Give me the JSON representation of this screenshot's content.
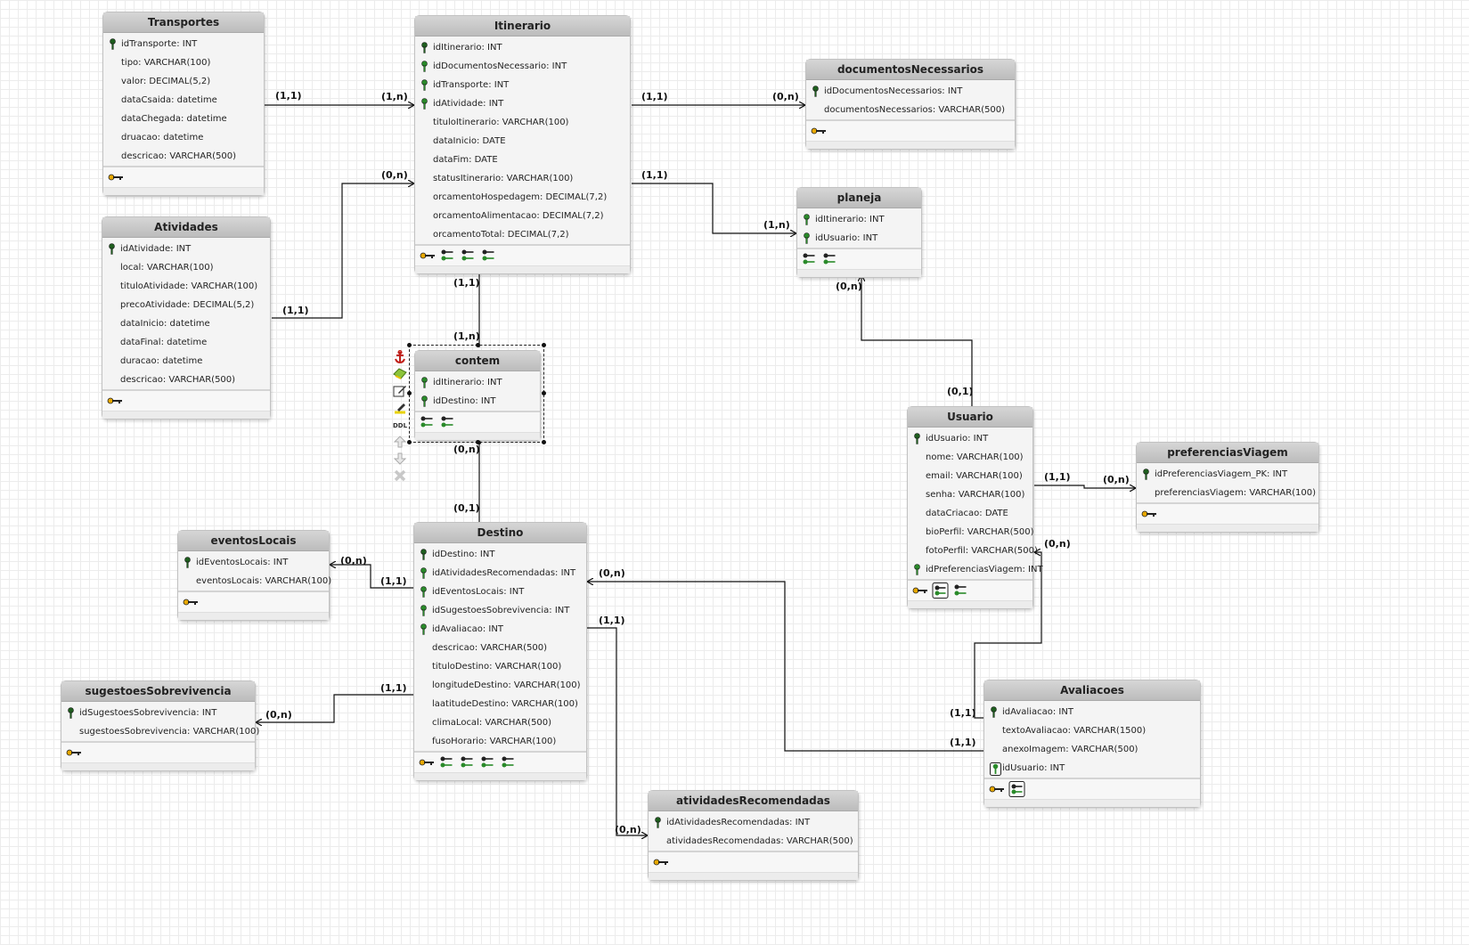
{
  "colors": {
    "pk": "#2a8a2a",
    "pk_dark": "#1e5e1e",
    "key_yellow": "#e8a800",
    "line": "#111111"
  },
  "entities": {
    "transportes": {
      "title": "Transportes",
      "columns": [
        {
          "text": "idTransporte: INT",
          "icon": "pk-dark-icon"
        },
        {
          "text": "tipo: VARCHAR(100)",
          "icon": ""
        },
        {
          "text": "valor: DECIMAL(5,2)",
          "icon": ""
        },
        {
          "text": "dataCsaida: datetime",
          "icon": ""
        },
        {
          "text": "dataChegada: datetime",
          "icon": ""
        },
        {
          "text": "druacao: datetime",
          "icon": ""
        },
        {
          "text": "descricao: VARCHAR(500)",
          "icon": ""
        }
      ],
      "footer_icons": [
        "primary-key-icon"
      ]
    },
    "itinerario": {
      "title": "Itinerario",
      "columns": [
        {
          "text": "idItinerario: INT",
          "icon": "pk-dark-icon"
        },
        {
          "text": "idDocumentosNecessario: INT",
          "icon": "pk-icon"
        },
        {
          "text": "idTransporte: INT",
          "icon": "pk-icon"
        },
        {
          "text": "idAtividade: INT",
          "icon": "pk-icon"
        },
        {
          "text": "tituloItinerario: VARCHAR(100)",
          "icon": ""
        },
        {
          "text": "dataInicio: DATE",
          "icon": ""
        },
        {
          "text": "dataFim: DATE",
          "icon": ""
        },
        {
          "text": "statusItinerario: VARCHAR(100)",
          "icon": ""
        },
        {
          "text": "orcamentoHospedagem: DECIMAL(7,2)",
          "icon": ""
        },
        {
          "text": "orcamentoAlimentacao: DECIMAL(7,2)",
          "icon": ""
        },
        {
          "text": "orcamentoTotal: DECIMAL(7,2)",
          "icon": ""
        }
      ],
      "footer_icons": [
        "primary-key-icon",
        "foreign-key-icon",
        "foreign-key-icon",
        "foreign-key-icon"
      ]
    },
    "documentosNecessarios": {
      "title": "documentosNecessarios",
      "columns": [
        {
          "text": "idDocumentosNecessarios: INT",
          "icon": "pk-dark-icon"
        },
        {
          "text": "documentosNecessarios: VARCHAR(500)",
          "icon": ""
        }
      ],
      "footer_icons": [
        "primary-key-icon"
      ]
    },
    "planeja": {
      "title": "planeja",
      "columns": [
        {
          "text": "idItinerario: INT",
          "icon": "pk-icon"
        },
        {
          "text": "idUsuario: INT",
          "icon": "pk-icon"
        }
      ],
      "footer_icons": [
        "foreign-key-icon",
        "foreign-key-icon"
      ]
    },
    "atividades": {
      "title": "Atividades",
      "columns": [
        {
          "text": "idAtividade: INT",
          "icon": "pk-dark-icon"
        },
        {
          "text": "local: VARCHAR(100)",
          "icon": ""
        },
        {
          "text": "tituloAtividade: VARCHAR(100)",
          "icon": ""
        },
        {
          "text": "precoAtividade: DECIMAL(5,2)",
          "icon": ""
        },
        {
          "text": "dataInicio: datetime",
          "icon": ""
        },
        {
          "text": "dataFinal: datetime",
          "icon": ""
        },
        {
          "text": "duracao: datetime",
          "icon": ""
        },
        {
          "text": "descricao: VARCHAR(500)",
          "icon": ""
        }
      ],
      "footer_icons": [
        "primary-key-icon"
      ]
    },
    "contem": {
      "title": "contem",
      "columns": [
        {
          "text": "idItinerario: INT",
          "icon": "pk-icon"
        },
        {
          "text": "idDestino: INT",
          "icon": "pk-icon"
        }
      ],
      "footer_icons": [
        "foreign-key-icon",
        "foreign-key-icon"
      ]
    },
    "usuario": {
      "title": "Usuario",
      "columns": [
        {
          "text": "idUsuario: INT",
          "icon": "pk-dark-icon"
        },
        {
          "text": "nome: VARCHAR(100)",
          "icon": ""
        },
        {
          "text": "email: VARCHAR(100)",
          "icon": ""
        },
        {
          "text": "senha: VARCHAR(100)",
          "icon": ""
        },
        {
          "text": "dataCriacao: DATE",
          "icon": ""
        },
        {
          "text": "bioPerfil: VARCHAR(500)",
          "icon": ""
        },
        {
          "text": "fotoPerfil: VARCHAR(500)",
          "icon": ""
        },
        {
          "text": "idPreferenciasViagem: INT",
          "icon": "pk-icon"
        }
      ],
      "footer_icons": [
        "primary-key-icon",
        "foreign-key-boxed-icon",
        "foreign-key-icon"
      ]
    },
    "preferenciasViagem": {
      "title": "preferenciasViagem",
      "columns": [
        {
          "text": "idPreferenciasViagem_PK: INT",
          "icon": "pk-dark-icon"
        },
        {
          "text": "preferenciasViagem: VARCHAR(100)",
          "icon": ""
        }
      ],
      "footer_icons": [
        "primary-key-icon"
      ]
    },
    "eventosLocais": {
      "title": "eventosLocais",
      "columns": [
        {
          "text": "idEventosLocais: INT",
          "icon": "pk-dark-icon"
        },
        {
          "text": "eventosLocais: VARCHAR(100)",
          "icon": ""
        }
      ],
      "footer_icons": [
        "primary-key-icon"
      ]
    },
    "destino": {
      "title": "Destino",
      "columns": [
        {
          "text": "idDestino: INT",
          "icon": "pk-dark-icon"
        },
        {
          "text": "idAtividadesRecomendadas: INT",
          "icon": "pk-icon"
        },
        {
          "text": "idEventosLocais: INT",
          "icon": "pk-icon"
        },
        {
          "text": "idSugestoesSobrevivencia: INT",
          "icon": "pk-icon"
        },
        {
          "text": "idAvaliacao: INT",
          "icon": "pk-icon"
        },
        {
          "text": "descricao: VARCHAR(500)",
          "icon": ""
        },
        {
          "text": "tituloDestino: VARCHAR(100)",
          "icon": ""
        },
        {
          "text": "longitudeDestino: VARCHAR(100)",
          "icon": ""
        },
        {
          "text": "laatitudeDestino: VARCHAR(100)",
          "icon": ""
        },
        {
          "text": "climaLocal: VARCHAR(500)",
          "icon": ""
        },
        {
          "text": "fusoHorario: VARCHAR(100)",
          "icon": ""
        }
      ],
      "footer_icons": [
        "primary-key-icon",
        "foreign-key-icon",
        "foreign-key-icon",
        "foreign-key-icon",
        "foreign-key-icon"
      ]
    },
    "sugestoesSobrevivencia": {
      "title": "sugestoesSobrevivencia",
      "columns": [
        {
          "text": "idSugestoesSobrevivencia: INT",
          "icon": "pk-dark-icon"
        },
        {
          "text": "sugestoesSobrevivencia: VARCHAR(100)",
          "icon": ""
        }
      ],
      "footer_icons": [
        "primary-key-icon"
      ]
    },
    "avaliacoes": {
      "title": "Avaliacoes",
      "columns": [
        {
          "text": "idAvaliacao: INT",
          "icon": "pk-dark-icon"
        },
        {
          "text": "textoAvaliacao: VARCHAR(1500)",
          "icon": ""
        },
        {
          "text": "anexoImagem: VARCHAR(500)",
          "icon": ""
        },
        {
          "text": "idUsuario: INT",
          "icon": "pk-boxed-icon"
        }
      ],
      "footer_icons": [
        "primary-key-icon",
        "foreign-key-boxed-icon"
      ]
    },
    "atividadesRecomendadas": {
      "title": "atividadesRecomendadas",
      "columns": [
        {
          "text": "idAtividadesRecomendadas: INT",
          "icon": "pk-dark-icon"
        },
        {
          "text": "atividadesRecomendadas: VARCHAR(500)",
          "icon": ""
        }
      ],
      "footer_icons": [
        "primary-key-icon"
      ]
    }
  },
  "relationships": [
    {
      "name": "transportes-itinerario",
      "labels": [
        "(1,1)",
        "(1,n)"
      ]
    },
    {
      "name": "itinerario-documentos",
      "labels": [
        "(1,1)",
        "(0,n)"
      ]
    },
    {
      "name": "itinerario-planeja",
      "labels": [
        "(1,1)",
        "(1,n)"
      ]
    },
    {
      "name": "atividades-itinerario",
      "labels": [
        "(1,1)",
        "(0,n)"
      ]
    },
    {
      "name": "itinerario-contem",
      "labels": [
        "(1,1)",
        "(1,n)"
      ]
    },
    {
      "name": "contem-destino",
      "labels": [
        "(0,n)",
        "(0,1)"
      ]
    },
    {
      "name": "usuario-planeja",
      "labels": [
        "(0,1)",
        "(0,n)"
      ]
    },
    {
      "name": "usuario-preferencias",
      "labels": [
        "(1,1)",
        "(0,n)"
      ]
    },
    {
      "name": "destino-eventos",
      "labels": [
        "(1,1)",
        "(0,n)"
      ]
    },
    {
      "name": "destino-sugestoes",
      "labels": [
        "(1,1)",
        "(0,n)"
      ]
    },
    {
      "name": "destino-atividadesRecomendadas",
      "labels": [
        "(1,1)",
        "(0,n)"
      ]
    },
    {
      "name": "avaliacoes-destino",
      "labels": [
        "(1,1)",
        "(0,n)"
      ]
    },
    {
      "name": "avaliacoes-usuario",
      "labels": [
        "(1,1)",
        "(0,n)"
      ]
    }
  ],
  "selection_tools": [
    "anchor-icon",
    "tag-icon",
    "edit-icon",
    "highlight-icon",
    "ddl-icon",
    "move-up-icon",
    "move-down-icon",
    "delete-icon"
  ],
  "ddl_label": "DDL"
}
